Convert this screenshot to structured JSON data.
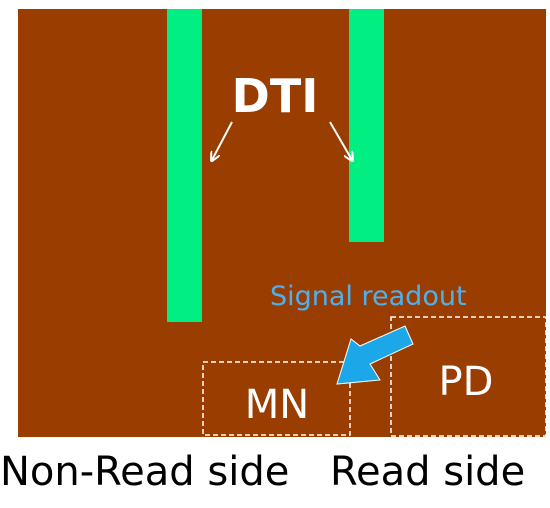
{
  "labels": {
    "dti": "DTI",
    "signal_readout": "Signal readout",
    "mn": "MN",
    "pd": "PD",
    "non_read_side": "Non-Read side",
    "read_side": "Read side"
  },
  "colors": {
    "substrate": "#993d00",
    "dti": "#00ee82",
    "arrow": "#1ca8e8",
    "signal_text": "#4fb0f0",
    "white": "#ffffff",
    "black": "#000000"
  }
}
